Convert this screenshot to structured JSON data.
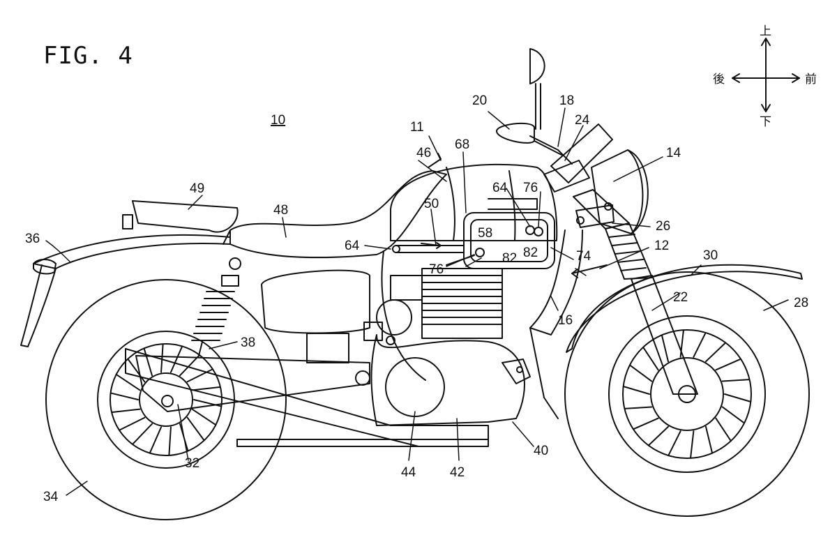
{
  "figure": {
    "title": "FIG. 4",
    "main_ref": "10"
  },
  "direction": {
    "up": "上",
    "down": "下",
    "front": "前",
    "rear": "後"
  },
  "labels": [
    {
      "id": "l11",
      "text": "11"
    },
    {
      "id": "l10",
      "text": "10"
    },
    {
      "id": "l12",
      "text": "12"
    },
    {
      "id": "l14",
      "text": "14"
    },
    {
      "id": "l16",
      "text": "16"
    },
    {
      "id": "l18",
      "text": "18"
    },
    {
      "id": "l20",
      "text": "20"
    },
    {
      "id": "l22",
      "text": "22"
    },
    {
      "id": "l24",
      "text": "24"
    },
    {
      "id": "l26",
      "text": "26"
    },
    {
      "id": "l28",
      "text": "28"
    },
    {
      "id": "l30",
      "text": "30"
    },
    {
      "id": "l32",
      "text": "32"
    },
    {
      "id": "l34",
      "text": "34"
    },
    {
      "id": "l36",
      "text": "36"
    },
    {
      "id": "l38",
      "text": "38"
    },
    {
      "id": "l40",
      "text": "40"
    },
    {
      "id": "l42",
      "text": "42"
    },
    {
      "id": "l44",
      "text": "44"
    },
    {
      "id": "l46",
      "text": "46"
    },
    {
      "id": "l48",
      "text": "48"
    },
    {
      "id": "l49",
      "text": "49"
    },
    {
      "id": "l50",
      "text": "50"
    },
    {
      "id": "l58",
      "text": "58"
    },
    {
      "id": "l64a",
      "text": "64"
    },
    {
      "id": "l64b",
      "text": "64"
    },
    {
      "id": "l68",
      "text": "68"
    },
    {
      "id": "l74",
      "text": "74"
    },
    {
      "id": "l76a",
      "text": "76"
    },
    {
      "id": "l76b",
      "text": "76"
    },
    {
      "id": "l82a",
      "text": "82"
    },
    {
      "id": "l82b",
      "text": "82"
    }
  ]
}
